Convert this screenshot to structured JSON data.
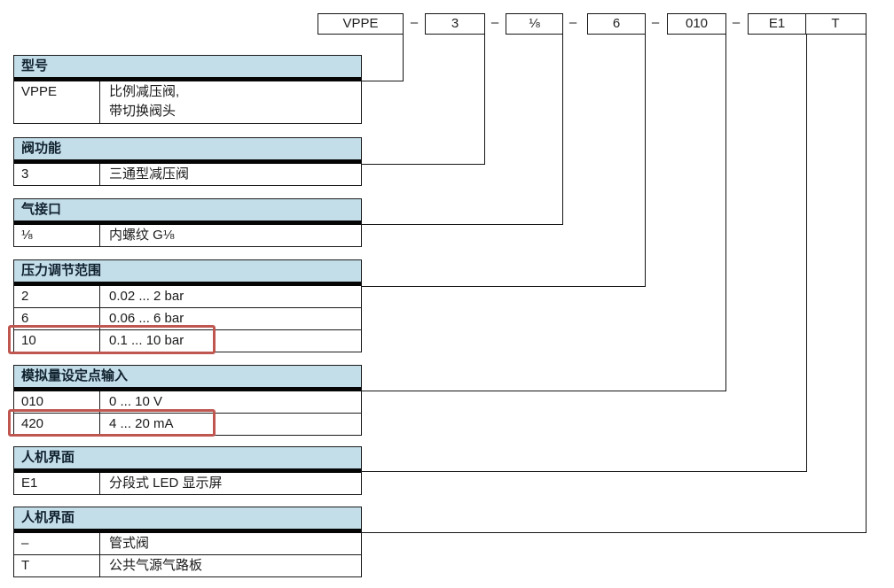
{
  "colors": {
    "header_bg": "#c3dde9",
    "table_border": "#1a1a1a",
    "thick_line": "#050505",
    "highlight_red": "#bf5650"
  },
  "type_code": {
    "separator": "–",
    "segments": [
      "VPPE",
      "3",
      "⅛",
      "6",
      "010",
      "E1",
      "T"
    ]
  },
  "tables": [
    {
      "header": "型号",
      "rows": [
        {
          "code": "VPPE",
          "desc": "比例减压阀,\n带切换阀头"
        }
      ]
    },
    {
      "header": "阀功能",
      "rows": [
        {
          "code": "3",
          "desc": "三通型减压阀"
        }
      ]
    },
    {
      "header": "气接口",
      "rows": [
        {
          "code": "⅛",
          "desc": "内螺纹 G⅛"
        }
      ]
    },
    {
      "header": "压力调节范围",
      "rows": [
        {
          "code": "2",
          "desc": "0.02 ... 2 bar"
        },
        {
          "code": "6",
          "desc": "0.06 ... 6 bar"
        },
        {
          "code": "10",
          "desc": "0.1 ... 10 bar",
          "highlighted": true
        }
      ]
    },
    {
      "header": "模拟量设定点输入",
      "rows": [
        {
          "code": "010",
          "desc": "0 ... 10 V"
        },
        {
          "code": "420",
          "desc": "4 ... 20 mA",
          "highlighted": true
        }
      ]
    },
    {
      "header": "人机界面",
      "rows": [
        {
          "code": "E1",
          "desc": "分段式 LED 显示屏"
        }
      ]
    },
    {
      "header": "人机界面",
      "rows": [
        {
          "code": "–",
          "desc": "管式阀"
        },
        {
          "code": "T",
          "desc": "公共气源气路板"
        }
      ]
    }
  ]
}
